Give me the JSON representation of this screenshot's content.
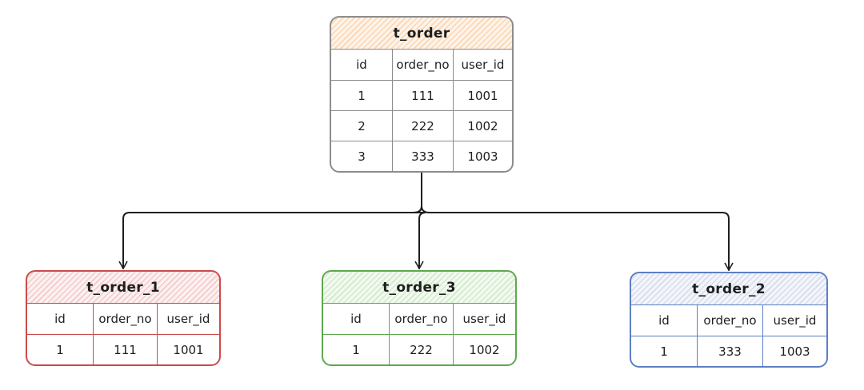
{
  "tables": [
    {
      "key": "t_order",
      "title": "t_order",
      "border": "#8c8c8c",
      "header_fill": "#f5a85a",
      "columns": [
        "id",
        "order_no",
        "user_id"
      ],
      "rows": [
        [
          "1",
          "111",
          "1001"
        ],
        [
          "2",
          "222",
          "1002"
        ],
        [
          "3",
          "333",
          "1003"
        ]
      ]
    },
    {
      "key": "t_order_1",
      "title": "t_order_1",
      "border": "#c94b4b",
      "header_fill": "#e58f8f",
      "columns": [
        "id",
        "order_no",
        "user_id"
      ],
      "rows": [
        [
          "1",
          "111",
          "1001"
        ]
      ]
    },
    {
      "key": "t_order_3",
      "title": "t_order_3",
      "border": "#5fa84f",
      "header_fill": "#9fd18f",
      "columns": [
        "id",
        "order_no",
        "user_id"
      ],
      "rows": [
        [
          "1",
          "222",
          "1002"
        ]
      ]
    },
    {
      "key": "t_order_2",
      "title": "t_order_2",
      "border": "#5b7fc4",
      "header_fill": "#a7b6d8",
      "columns": [
        "id",
        "order_no",
        "user_id"
      ],
      "rows": [
        [
          "1",
          "333",
          "1003"
        ]
      ]
    }
  ],
  "connectors": [
    {
      "from": "t_order",
      "to": "t_order_1"
    },
    {
      "from": "t_order",
      "to": "t_order_3"
    },
    {
      "from": "t_order",
      "to": "t_order_2"
    }
  ]
}
